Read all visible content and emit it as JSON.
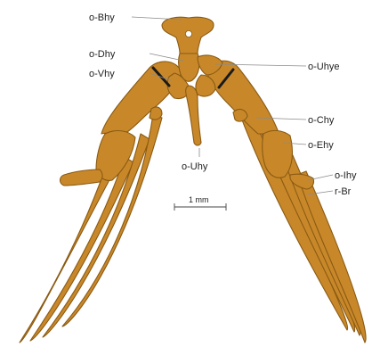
{
  "colors": {
    "bone": "#c8882a",
    "bone_outline": "#8a5a12",
    "suture": "#1a1a1a"
  },
  "labels": {
    "o_bhy": "o-Bhy",
    "o_dhy": "o-Dhy",
    "o_vhy": "o-Vhy",
    "o_uhye": "o-Uhye",
    "o_chy": "o-Chy",
    "o_ehy": "o-Ehy",
    "o_uhy": "o-Uhy",
    "o_ihy": "o-Ihy",
    "r_br": "r-Br"
  },
  "scale_bar": {
    "label": "1 mm"
  }
}
